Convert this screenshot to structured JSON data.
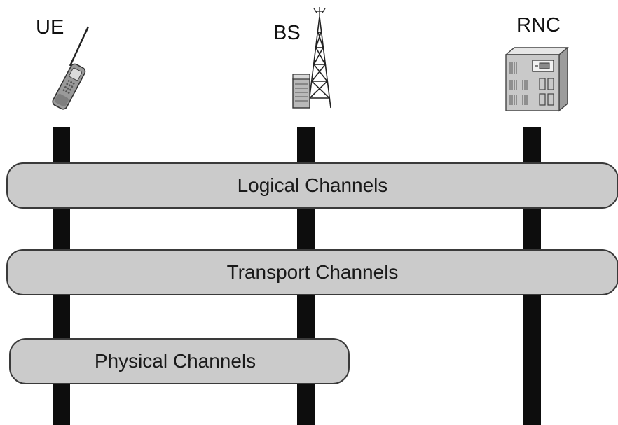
{
  "nodes": {
    "ue": {
      "label": "UE",
      "icon": "mobile-phone-icon"
    },
    "bs": {
      "label": "BS",
      "icon": "base-station-tower-icon"
    },
    "rnc": {
      "label": "RNC",
      "icon": "rnc-server-icon"
    }
  },
  "channels": {
    "logical": {
      "label": "Logical Channels"
    },
    "transport": {
      "label": "Transport Channels"
    },
    "physical": {
      "label": "Physical Channels"
    }
  },
  "colors": {
    "band_fill": "#cbcbcb",
    "band_border": "#3a3a3a",
    "line": "#0d0d0d"
  }
}
